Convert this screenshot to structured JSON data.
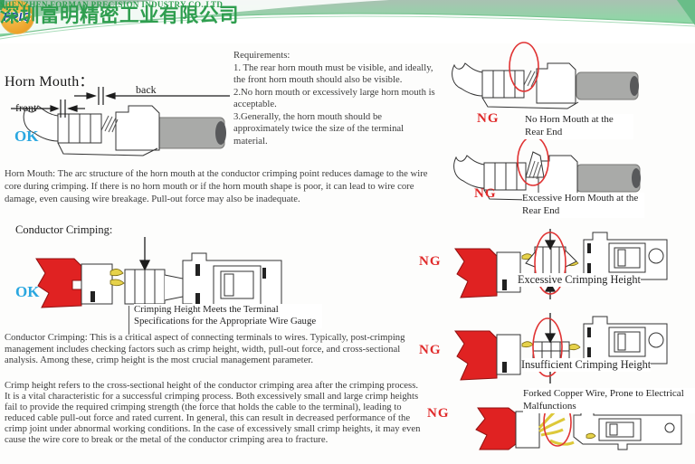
{
  "header": {
    "logo_abbr": "FPIC",
    "company_cn": "深圳富明精密工业有限公司",
    "company_en": "SHENZHEN FORMAN PRECISION INDUSTRY CO.,LTD"
  },
  "horn_mouth": {
    "title": "Horn Mouth：",
    "ok_label": "OK",
    "front_label": "front",
    "back_label": "back",
    "requirements_title": "Requirements:",
    "requirements": [
      "1. The rear horn mouth must be visible, and ideally, the front horn mouth should also be visible.",
      "2.No horn mouth or excessively large horn mouth is acceptable.",
      "3.Generally, the horn mouth should be approximately twice the size of the terminal material."
    ],
    "description": "Horn Mouth: The arc structure of the horn mouth at the conductor crimping point reduces damage to the wire core during crimping. If there is no horn mouth or if the horn mouth shape is poor, it can lead to wire core damage, even causing wire breakage. Pull-out force may also be inadequate.",
    "ng1_label": "NG",
    "ng1_caption": "No Horn Mouth at the Rear End",
    "ng2_label": "NG",
    "ng2_caption": "Excessive Horn Mouth at the Rear End"
  },
  "conductor_crimping": {
    "title": "Conductor Crimping:",
    "ok_label": "OK",
    "ok_caption": "Crimping Height Meets the Terminal Specifications for the Appropriate Wire Gauge",
    "paragraph1": "Conductor Crimping: This is a critical aspect of connecting terminals to wires. Typically, post-crimping management includes checking factors such as crimp height, width, pull-out force, and cross-sectional analysis. Among these, crimp height is the most crucial management parameter.",
    "paragraph2": "Crimp height refers to the cross-sectional height of the conductor crimping area after the crimping process. It is a vital characteristic for a successful crimping process. Both excessively small and large crimp heights fail to provide the required crimping strength (the force that holds the cable to the terminal), leading to reduced cable pull-out force and rated current. In general, this can result in decreased performance of the crimp joint under abnormal working conditions. In the case of excessively small crimp heights, it may even cause the wire core to break or the metal of the conductor crimping area to fracture.",
    "ng3_label": "NG",
    "ng3_caption": "Excessive Crimping Height",
    "ng4_label": "NG",
    "ng4_caption": "Insufficient Crimping Height",
    "ng5_label": "NG",
    "ng5_caption": "Forked Copper Wire, Prone to Electrical Malfunctions"
  },
  "colors": {
    "ok_blue": "#2aa7e0",
    "ng_red": "#e02b2b",
    "header_green": "#7fd09a",
    "logo_green": "#2f9e4f",
    "logo_circle_orange": "#efa62e",
    "logo_abbr_blue": "#1d3f9e",
    "divider_green": "#93ad8d",
    "bottom_bar_green": "#1f7b5a",
    "wire_gray": "#a9aaa8",
    "insulation_red": "#e02222",
    "copper_yellow": "#e6d24a"
  }
}
